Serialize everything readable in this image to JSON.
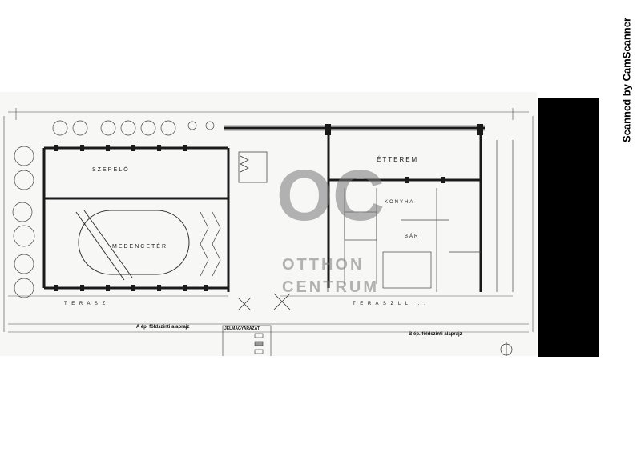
{
  "scanner_label": "Scanned by CamScanner",
  "watermark": {
    "logo": "OC",
    "line1": "OTTHON",
    "line2": "CENTRUM"
  },
  "rooms": {
    "etterem": "ÉTTEREM",
    "beszello": "SZERELŐ",
    "medence": "MEDENCETÉR",
    "terasz_a": "T E R A S Z",
    "terasz_b": "T E R A S Z  L L . . .",
    "konyha": "KONYHA",
    "bar": "BÁR"
  },
  "captions": {
    "a": "A ép. földszinti alaprajz",
    "b": "B ép. földszinti alaprajz",
    "legend_title": "JELMAGYARÁZAT"
  },
  "colors": {
    "wall": "#1a1a1a",
    "line": "#3a3a3a",
    "fill_dark": "#9a9a9a"
  }
}
